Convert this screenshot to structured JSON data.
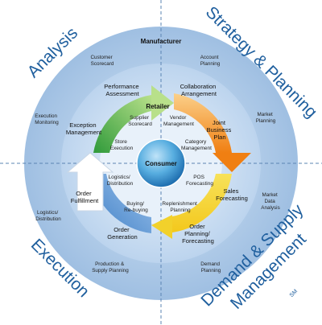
{
  "quadrants": {
    "analysis": "Analysis",
    "strategy": "Strategy & Planning",
    "execution": "Execution",
    "demand_line1": "Demand & Supply",
    "demand_line2": "Management",
    "sm_mark": "SM"
  },
  "rings": {
    "manufacturer": "Manufacturer",
    "retailer": "Retailer",
    "consumer": "Consumer"
  },
  "outer_labels": {
    "customer_scorecard": [
      "Customer",
      "Scorecard"
    ],
    "account_planning": [
      "Account",
      "Planning"
    ],
    "market_planning": [
      "Market",
      "Planning"
    ],
    "execution_monitoring": [
      "Execution",
      "Monitoring"
    ],
    "market_data_analysis": [
      "Market",
      "Data",
      "Analysis"
    ],
    "logistics_distribution": [
      "Logistics/",
      "Distribution"
    ],
    "production_supply_planning": [
      "Production &",
      "Supply Planning"
    ],
    "demand_planning": [
      "Demand",
      "Planning"
    ]
  },
  "cycle_steps": {
    "performance_assessment": [
      "Performance",
      "Assessment"
    ],
    "collaboration_arrangement": [
      "Collaboration",
      "Arrangement"
    ],
    "joint_business_plan": [
      "Joint",
      "Business",
      "Plan"
    ],
    "sales_forecasting": [
      "Sales",
      "Forecasting"
    ],
    "order_planning": [
      "Order",
      "Planning/",
      "Forecasting"
    ],
    "order_generation": [
      "Order",
      "Generation"
    ],
    "order_fulfillment": [
      "Order",
      "Fulfillment"
    ],
    "exception_management": [
      "Exception",
      "Management"
    ]
  },
  "inner_labels": {
    "supplier_scorecard": [
      "Supplier",
      "Scorecard"
    ],
    "vendor_management": [
      "Vendor",
      "Management"
    ],
    "store_execution": [
      "Store",
      "Execution"
    ],
    "category_management": [
      "Category",
      "Management"
    ],
    "logistics_distribution_inner": [
      "Logistics/",
      "Distribution"
    ],
    "pos_forecasting": [
      "POS",
      "Forecasting"
    ],
    "buying_rebuying": [
      "Buying/",
      "Re-buying"
    ],
    "replenishment_planning": [
      "Replenishment",
      "Planning"
    ]
  },
  "colors": {
    "quadrant_text": "#1f5f9e",
    "outer_ring": "#a9c7e6",
    "middle_ring": "#c7dcf0",
    "inner_disc": "#e4eef8",
    "core": "#3f9bd3",
    "arrow_green": "#58b833",
    "arrow_orange": "#f28c1e",
    "arrow_yellow": "#f2d12b",
    "arrow_blue": "#4f8fd0",
    "arrow_white": "#ffffff"
  }
}
